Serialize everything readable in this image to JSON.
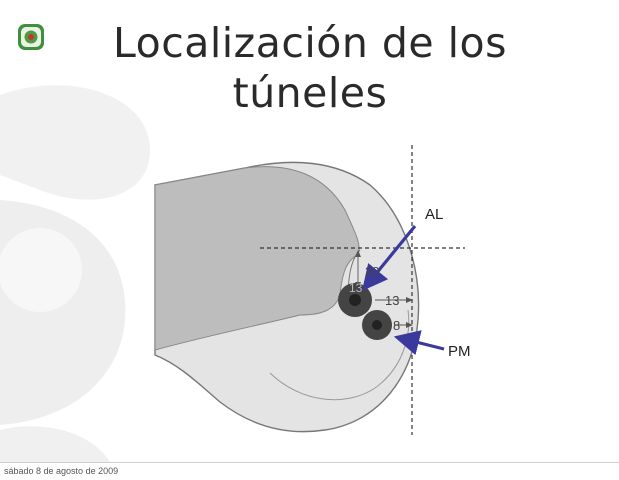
{
  "slide": {
    "title_line1": "Localización de los",
    "title_line2": "túneles",
    "footer_date": "sábado 8 de agosto de 2009"
  },
  "diagram": {
    "label_al": "AL",
    "label_pm": "PM",
    "dim_20": "20",
    "dim_13_inner": "13",
    "dim_13_side": "13",
    "dim_8": "8"
  },
  "colors": {
    "arrow": "#3b3a9c",
    "tunnel_outer": "#444444",
    "bone_shaft": "#bdbdbd",
    "condyle": "#e4e4e4"
  }
}
